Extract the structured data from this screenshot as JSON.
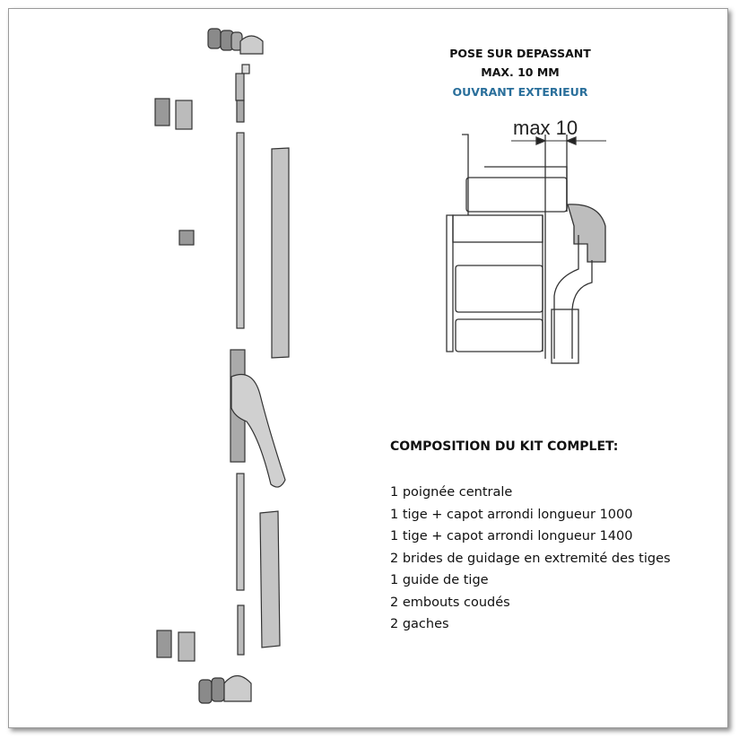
{
  "header": {
    "line1": "POSE SUR DEPASSANT",
    "line2": "MAX. 10 MM",
    "line3": "OUVRANT EXTERIEUR",
    "line3_color": "#2a6f9b"
  },
  "section_diagram": {
    "dimension_label": "max 10"
  },
  "kit": {
    "title": "COMPOSITION DU KIT COMPLET:",
    "items": [
      "1 poignée centrale",
      "1 tige + capot arrondi longueur 1000",
      "1 tige + capot arrondi longueur 1400",
      "2 brides de guidage en extremité des tiges",
      "1 guide de tige",
      "2 embouts coudés",
      "2 gaches"
    ]
  }
}
